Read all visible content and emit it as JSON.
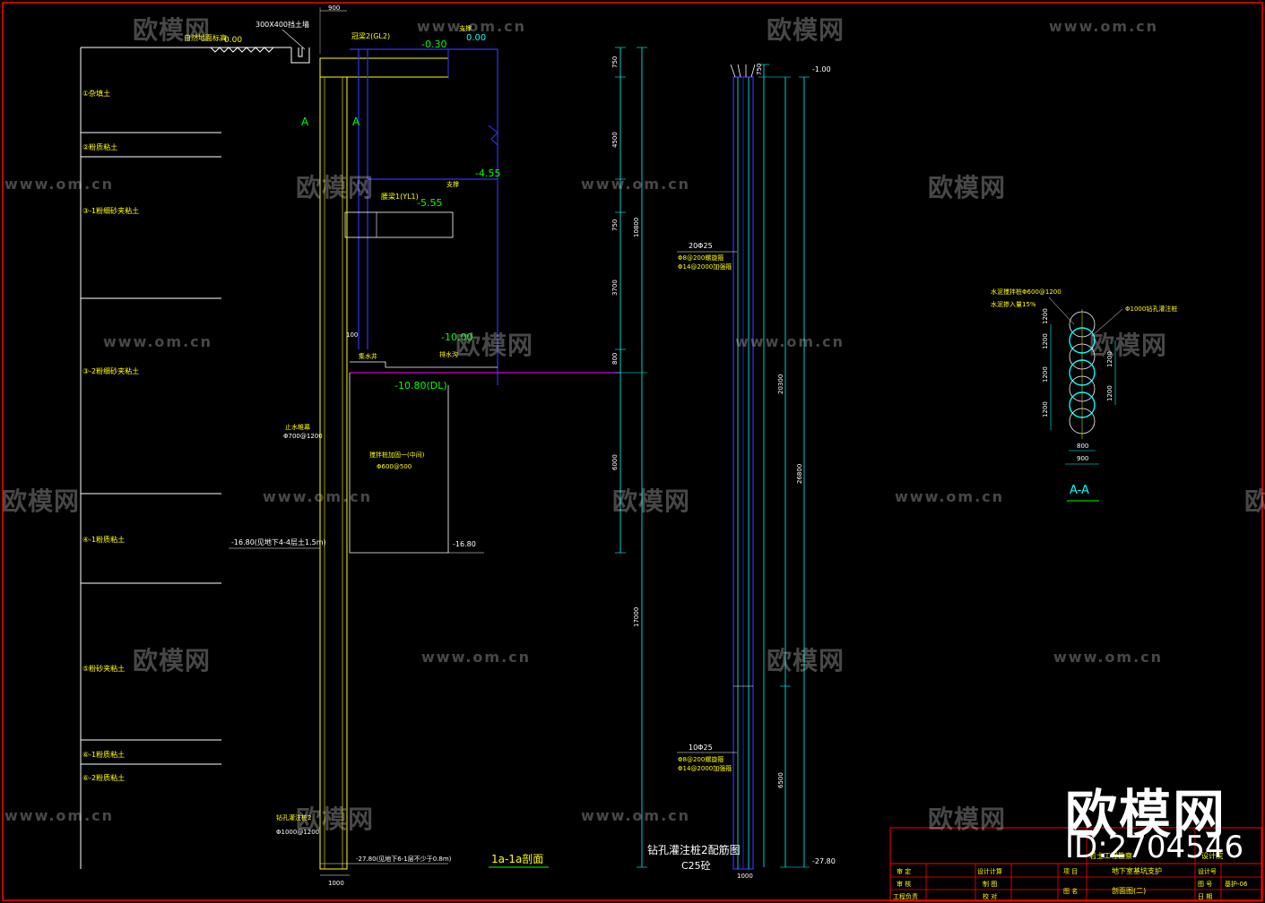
{
  "section": {
    "title": "1a-1a剖面",
    "ground_level": "±0.00",
    "ground_note": "自然地面标高",
    "wall_label": "300X400挡土墙",
    "top_dim": "900",
    "bottom_dim": "1000",
    "layers": [
      "①杂填土",
      "②粉质粘土",
      "③-1粉细砂夹粘土",
      "③-2粉细砂夹粘土",
      "④-1粉质粘土",
      "⑤粉砂夹粘土",
      "⑥-1粉质粘土",
      "⑥-2粉质粘土"
    ],
    "levels": {
      "l1": "-0.30",
      "l2": "-4.55",
      "l3": "-5.55",
      "l4": "-10.00",
      "l5": "-10.80(DL)",
      "l6": "-16.80",
      "l7": "-16.80(见地下4-4层土1.5m)",
      "l8": "-27.80(见地下6-1层不少于0.8m)",
      "l9": "0.00"
    },
    "labels": {
      "beam2": "冠梁2(GL2)",
      "beam1": "腰梁1(YL1)",
      "support": "支撑",
      "pump": "集水井",
      "drain": "排水沟",
      "water_stop": "止水帷幕",
      "water_stop_spec": "Φ700@1200",
      "mix_pile": "搅拌桩加固一(中间)",
      "mix_pile_spec": "Φ600@500",
      "bored_pile": "钻孔灌注桩2",
      "bored_pile_spec": "Φ1000@1200",
      "dim_100": "100"
    },
    "dims": [
      "750",
      "4500",
      "750",
      "3700",
      "800",
      "6000",
      "17000"
    ],
    "dim_total": "10800"
  },
  "rebar": {
    "title": "钻孔灌注桩2配筋图",
    "concrete": "C25砼",
    "top_level": "-1.00",
    "bottom_level": "-27.80",
    "upper_main": "20Φ25",
    "upper_stirrup": "Φ8@200螺旋箍",
    "upper_ring": "Φ14@2000加强箍",
    "lower_main": "10Φ25",
    "lower_stirrup": "Φ8@200螺旋箍",
    "lower_ring": "Φ14@2000加强箍",
    "dims": [
      "750",
      "20300",
      "6500"
    ],
    "dim_total": "26800",
    "width": "1000"
  },
  "detail": {
    "title": "A-A",
    "note1": "水泥搅拌桩Φ600@1200",
    "note2": "水泥掺入量15%",
    "note3": "Φ1000钻孔灌注桩",
    "dims_left": [
      "1200",
      "1200",
      "1200",
      "1200"
    ],
    "dims_right": [
      "1200",
      "1200"
    ],
    "bottom1": "800",
    "bottom2": "900"
  },
  "title_block": {
    "r1": [
      "审 定",
      "",
      "设计计算",
      "",
      "项 目",
      "地下室基坑支护",
      "设计号",
      ""
    ],
    "r2": [
      "审 核",
      "",
      "制 图",
      "",
      "图 名",
      "剖面图(二)",
      "图 号",
      "基护-06"
    ],
    "r3": [
      "工程负责",
      "",
      "校 对",
      "",
      "",
      "",
      "日 期",
      ""
    ],
    "company": "岩土工程勘察",
    "company2": "设计院"
  },
  "watermark": {
    "cn": "欧模网",
    "en": "www.om.cn"
  },
  "brand": {
    "name": "欧模网",
    "id": "ID:2704546"
  },
  "colors": {
    "yellow": "#ffff00",
    "cyan": "#00ffff",
    "green": "#00ff00",
    "blue": "#2222ff",
    "magenta": "#ff00ff",
    "white": "#ffffff",
    "red": "#ff0000"
  }
}
